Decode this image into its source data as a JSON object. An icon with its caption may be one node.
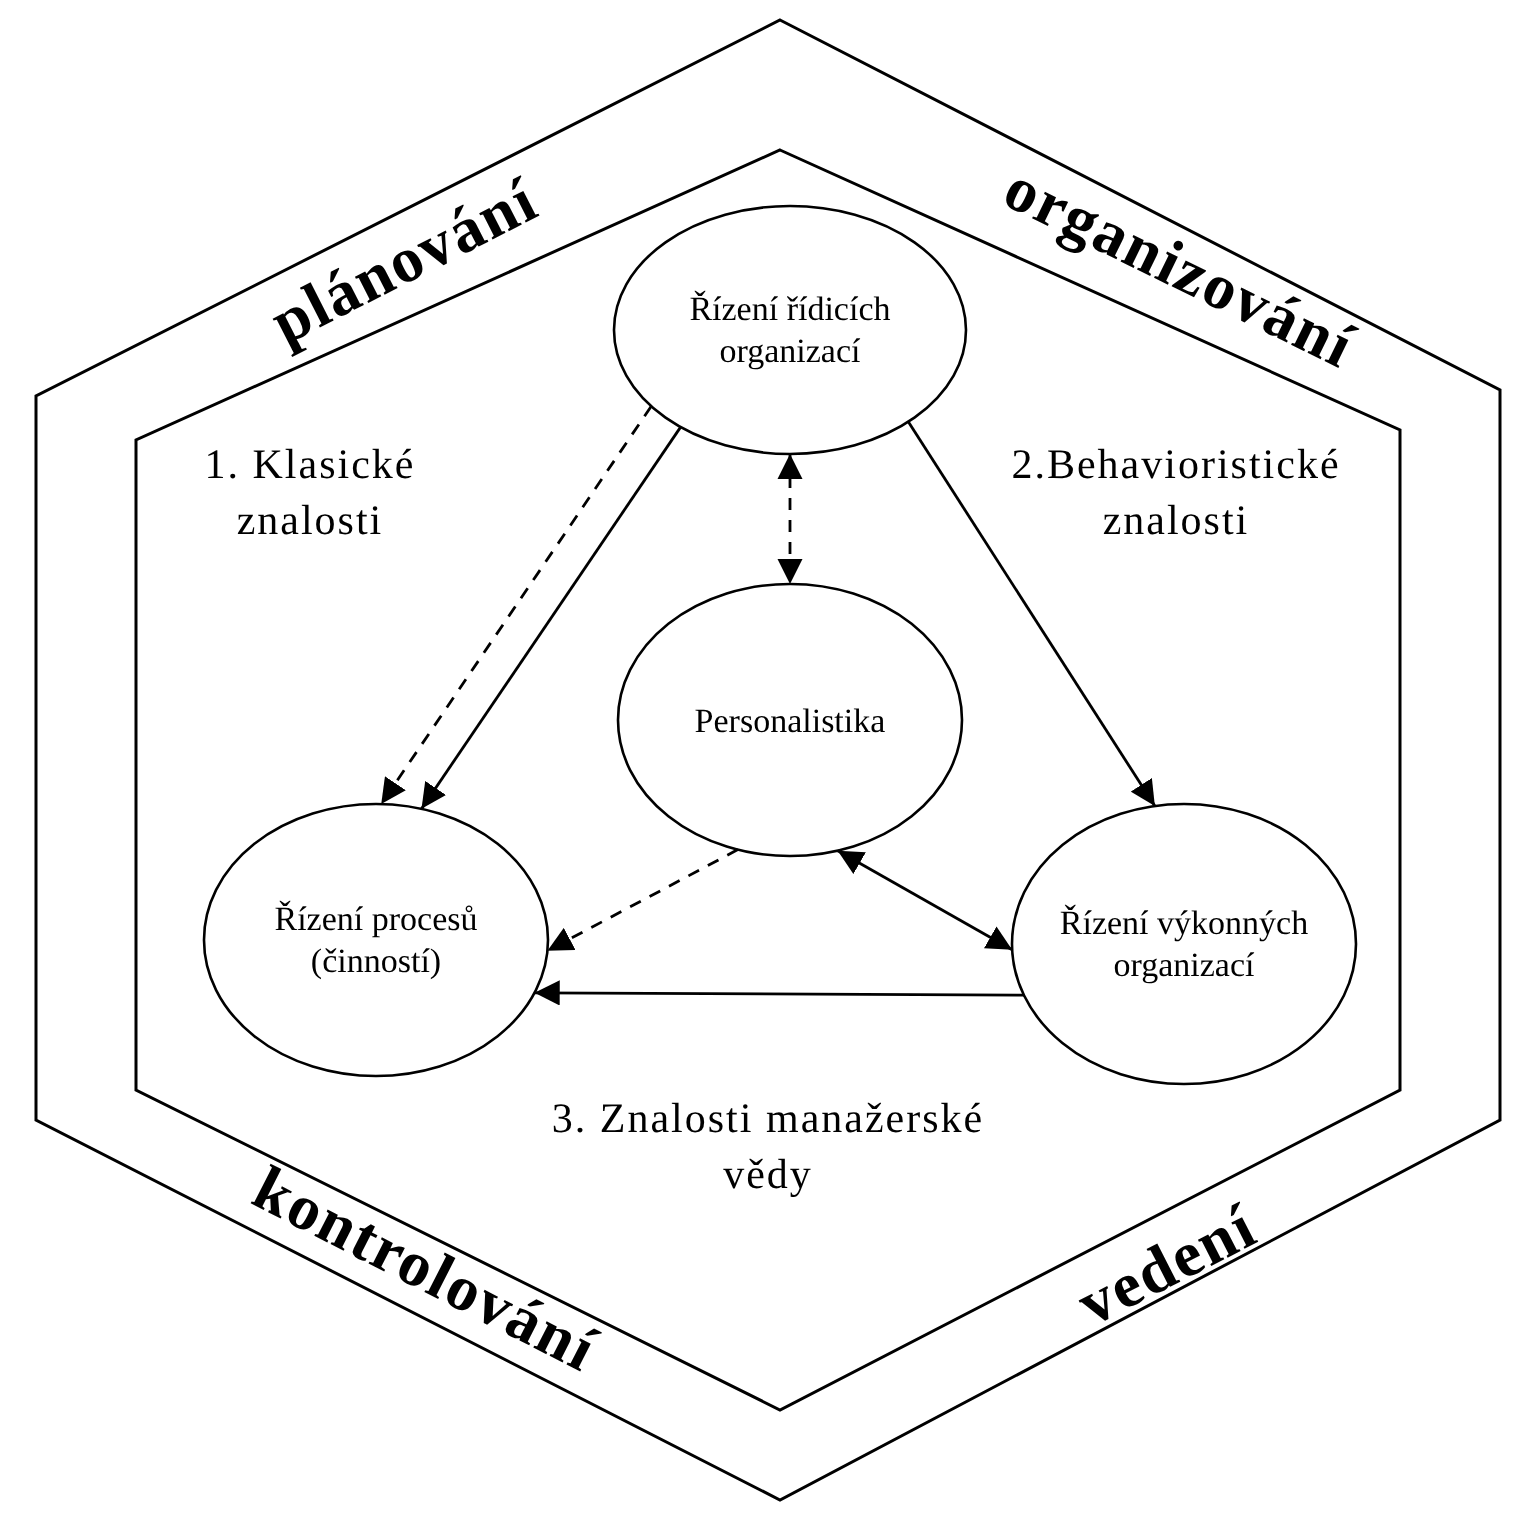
{
  "diagram": {
    "nodes": [
      {
        "text": [
          "Řízení řídicích organizací"
        ]
      },
      {
        "text": [
          "Personalistika"
        ]
      },
      {
        "text": [
          "Řízení procesů (činností)"
        ]
      },
      {
        "text": [
          "Řízení výkonných organizací"
        ]
      }
    ],
    "edges": [
      {
        "from": 0,
        "to": 2,
        "arrow": "to",
        "style": "dashed"
      },
      {
        "from": 0,
        "to": 2,
        "arrow": "to"
      },
      {
        "from": 0,
        "to": 1,
        "arrow": "both",
        "style": "dashed"
      },
      {
        "from": 0,
        "to": 3,
        "arrow": "to"
      },
      {
        "from": 1,
        "to": 2,
        "arrow": "to",
        "style": "dashed"
      },
      {
        "from": 1,
        "to": 3,
        "arrow": "both"
      },
      {
        "from": 3,
        "to": 2,
        "arrow": "to"
      }
    ],
    "labels": [
      "plánování",
      "organizování",
      "1. Klasické znalosti",
      "2.Behavioristické znalosti",
      "3. Znalosti manažerské vědy",
      "kontrolování",
      "vedení"
    ]
  }
}
